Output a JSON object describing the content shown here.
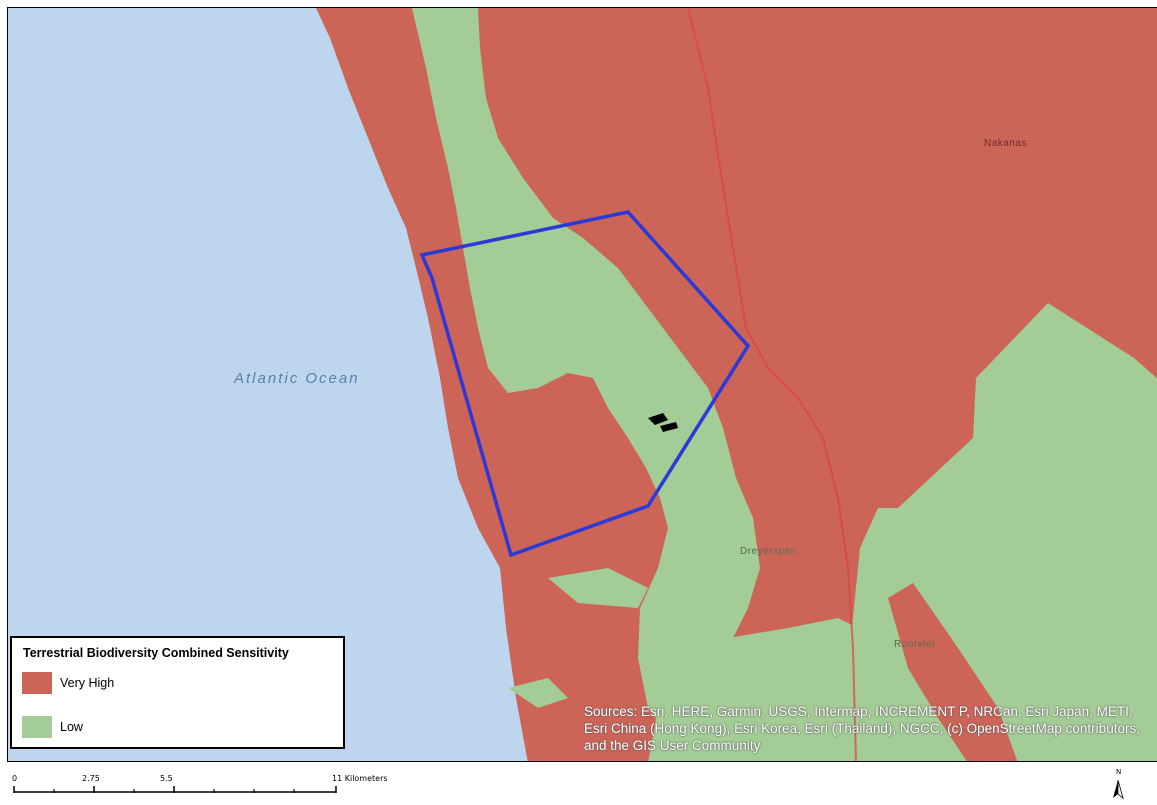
{
  "map": {
    "ocean_label": "Atlantic Ocean",
    "towns": [
      "Nakanas",
      "Dreyerspan",
      "Roorvlei"
    ],
    "attribution": "Sources: Esri, HERE, Garmin, USGS, Intermap, INCREMENT P, NRCan, Esri Japan, METI, Esri China (Hong Kong), Esri Korea, Esri (Thailand), NGCC, (c) OpenStreetMap contributors, and the GIS User Community",
    "colors": {
      "ocean": "#bdd6ee",
      "very_high": "#cd6458",
      "low": "#a3cc96",
      "boundary": "#2b3ad6",
      "road": "#d9443c"
    }
  },
  "legend": {
    "title": "Terrestrial Biodiversity Combined Sensitivity",
    "items": [
      {
        "label": "Very High",
        "color": "#cd6458"
      },
      {
        "label": "Low",
        "color": "#a3cc96"
      }
    ]
  },
  "scalebar": {
    "labels": [
      "0",
      "2.75",
      "5.5",
      "11 Kilometers"
    ]
  },
  "north_arrow": {
    "label": "N",
    "icon": "north-arrow-icon"
  }
}
